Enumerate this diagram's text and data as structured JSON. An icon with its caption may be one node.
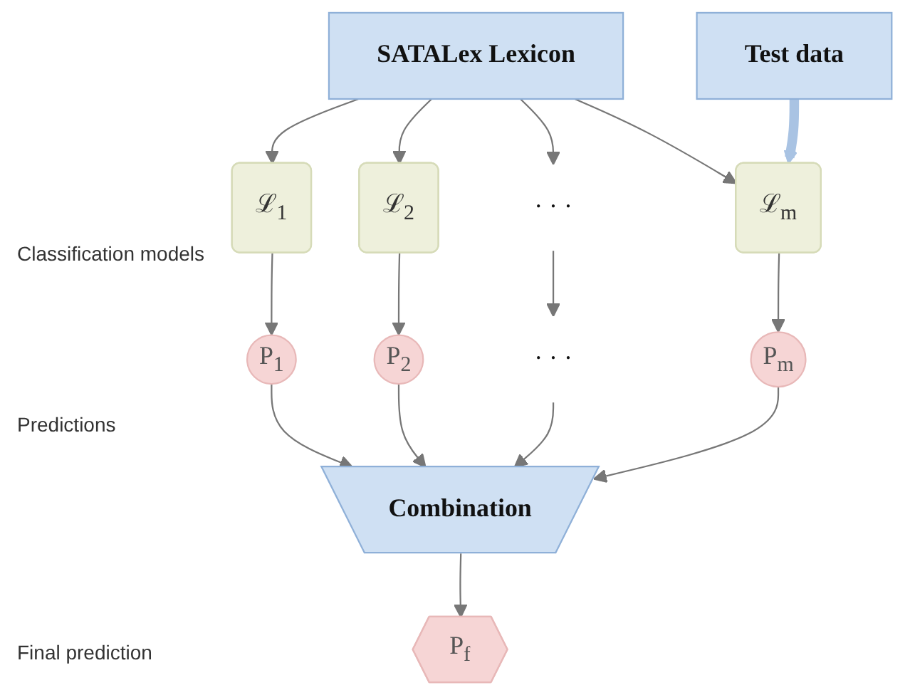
{
  "diagram": {
    "nodes": [
      {
        "text": [
          "SATALex Lexicon"
        ]
      },
      {
        "text": [
          "ℒ$_{1}$"
        ]
      },
      {
        "text": [
          "ℒ$_{2}$"
        ]
      },
      {
        "text": [
          "· · ·"
        ]
      },
      {
        "text": [
          "ℒ$_{m}$"
        ]
      },
      {
        "text": [
          "Test data"
        ]
      },
      {
        "text": [
          "P$_{1}$"
        ]
      },
      {
        "text": [
          "P$_{2}$"
        ]
      },
      {
        "text": [
          "· · ·"
        ]
      },
      {
        "text": [
          "P$_{m}$"
        ]
      },
      {
        "text": [
          "Combination"
        ]
      },
      {
        "text": [
          "P$_{f}$"
        ]
      }
    ],
    "edges": [
      {
        "from": 0,
        "to": 1,
        "arrow": "to"
      },
      {
        "from": 0,
        "to": 2,
        "arrow": "to"
      },
      {
        "from": 0,
        "to": 3,
        "arrow": "to"
      },
      {
        "from": 0,
        "to": 4,
        "arrow": "to"
      },
      {
        "from": 5,
        "to": 4,
        "arrow": "to",
        "style": "thick",
        "color": "#a9c3e3"
      },
      {
        "from": 1,
        "to": 6,
        "arrow": "to"
      },
      {
        "from": 2,
        "to": 7,
        "arrow": "to"
      },
      {
        "from": 3,
        "to": 8,
        "arrow": "to"
      },
      {
        "from": 4,
        "to": 9,
        "arrow": "to"
      },
      {
        "from": 6,
        "to": 10,
        "arrow": "to"
      },
      {
        "from": 7,
        "to": 10,
        "arrow": "to"
      },
      {
        "from": 8,
        "to": 10,
        "arrow": "to"
      },
      {
        "from": 9,
        "to": 10,
        "arrow": "to"
      },
      {
        "from": 10,
        "to": 11,
        "arrow": "to"
      }
    ],
    "labels": [
      "Classification models",
      "Predictions",
      "Final prediction"
    ]
  }
}
